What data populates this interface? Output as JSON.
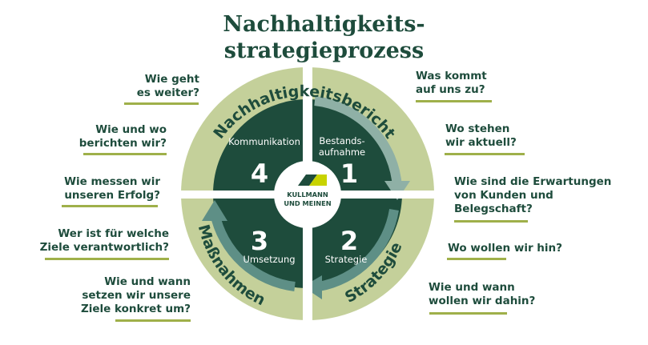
{
  "title_line1": "Nachhaltigkeits-",
  "title_line2": "strategieprozess",
  "ring": {
    "top": "Nachhaltigkeitsbericht",
    "left": "Maßnahmen",
    "right": "Strategie"
  },
  "quadrants": [
    {
      "number": "1",
      "label_line1": "Bestands-",
      "label_line2": "aufnahme"
    },
    {
      "number": "2",
      "label": "Strategie"
    },
    {
      "number": "3",
      "label": "Umsetzung"
    },
    {
      "number": "4",
      "label": "Kommunikation"
    }
  ],
  "logo": {
    "line1": "KULLMANN",
    "line2": "UND MEINEN"
  },
  "questions_left": [
    {
      "line1": "Wie geht",
      "line2": "es weiter?"
    },
    {
      "line1": "Wie und wo",
      "line2": "berichten wir?"
    },
    {
      "line1": "Wie messen wir",
      "line2": "unseren Erfolg?"
    },
    {
      "line1": "Wer ist für welche",
      "line2": "Ziele verantwortlich?"
    },
    {
      "line1": "Wie und wann",
      "line2": "setzen wir unsere",
      "line3": "Ziele konkret um?"
    }
  ],
  "questions_right": [
    {
      "line1": "Was kommt",
      "line2": "auf uns zu?"
    },
    {
      "line1": "Wo stehen",
      "line2": "wir aktuell?"
    },
    {
      "line1": "Wie sind die Erwartungen",
      "line2": "von Kunden und",
      "line3": "Belegschaft?"
    },
    {
      "line1": "Wo wollen wir hin?"
    },
    {
      "line1": "Wie und wann",
      "line2": "wollen wir dahin?"
    }
  ],
  "colors": {
    "dark_green": "#1e4c3c",
    "light_green": "#c4d09a",
    "accent": "#9fb04a",
    "arrow": "#5e8f86",
    "logo_yellow": "#c8d300"
  }
}
